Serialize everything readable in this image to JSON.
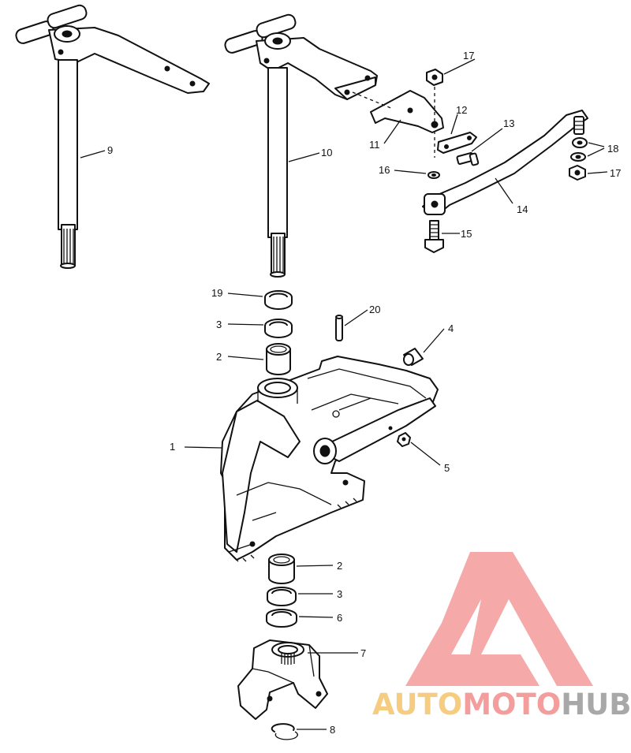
{
  "callouts": [
    "1",
    "2",
    "3",
    "4",
    "5",
    "6",
    "7",
    "8",
    "9",
    "10",
    "11",
    "12",
    "13",
    "14",
    "15",
    "16",
    "17",
    "18",
    "19",
    "20"
  ],
  "callout_repeats": {
    "2b": "2",
    "3b": "3",
    "17b": "17"
  },
  "watermark": {
    "part1": "AUTO",
    "part2": "MOTO",
    "part3": "HUB",
    "colors": {
      "auto": "#f5c56b",
      "moto": "#f28c8c",
      "hub": "#9a9a9a",
      "logo": "#f28c8c"
    }
  }
}
